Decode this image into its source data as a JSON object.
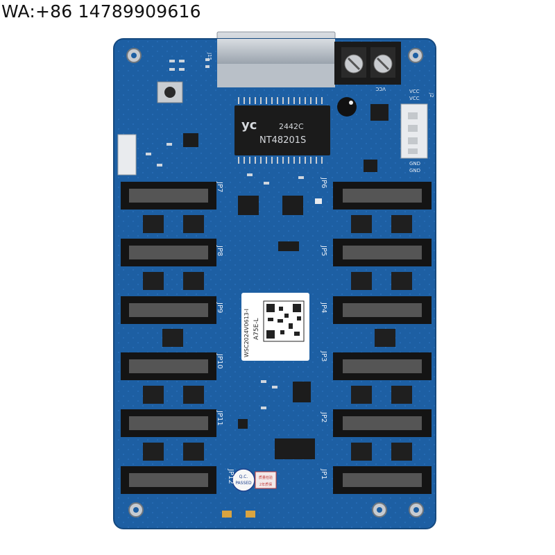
{
  "contact": {
    "text": "WA:+86 14789909616"
  },
  "board": {
    "colors": {
      "pcb": "#1d5fa3",
      "pcb_dark": "#174f8c",
      "connector": "#141414",
      "chip": "#1a1a1a",
      "silk": "#e8eef6"
    },
    "transformer": {
      "brand": "yc",
      "line1": "2442C",
      "line2": "NT48201S"
    },
    "qr_label": {
      "top": "A75E-L",
      "serial": "WSC2024V0613-I"
    },
    "qc_sticker": {
      "line1": "Q.C.",
      "line2": "PASSED"
    },
    "red_sticker": {
      "line1": "质量检验",
      "line2": "2年质保"
    },
    "labels": {
      "vcc1": "VCC",
      "vcc2": "VCC",
      "vcc3": "VCC",
      "gnd1": "GND",
      "gnd2": "GND",
      "j15": "J15",
      "j2": "J2",
      "jp1": "JP1",
      "jp2": "JP2",
      "jp3": "JP3",
      "jp4": "JP4",
      "jp5": "JP5",
      "jp6": "JP6",
      "jp7": "JP7",
      "jp8": "JP8",
      "jp9": "JP9",
      "jp10": "JP10",
      "jp11": "JP11",
      "jp12": "JP12"
    }
  }
}
